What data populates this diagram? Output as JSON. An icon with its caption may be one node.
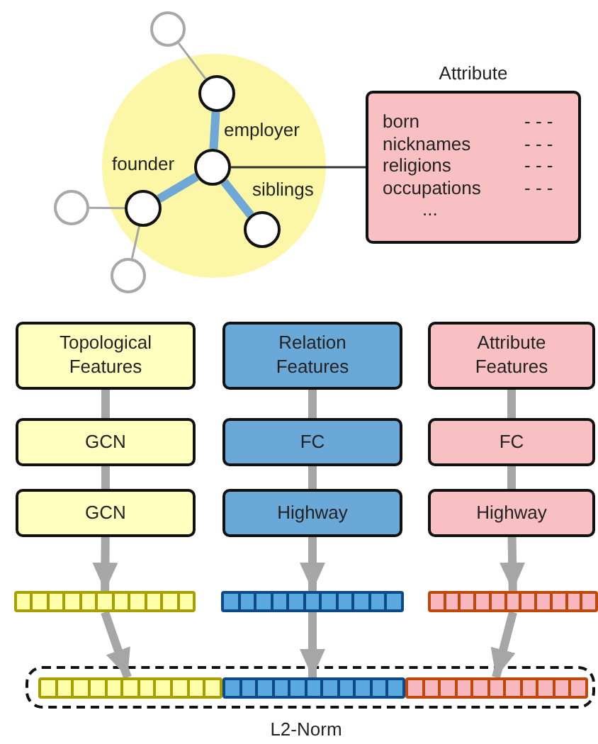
{
  "diagram": {
    "nodes": [
      {
        "text": [],
        "shape": "circle"
      },
      {
        "text": [],
        "shape": "circle",
        "in": 0
      },
      {
        "text": [],
        "shape": "circle",
        "in": 0
      },
      {
        "text": [],
        "shape": "circle",
        "in": 0
      },
      {
        "text": [],
        "shape": "circle",
        "in": 0
      },
      {
        "text": [],
        "shape": "circle"
      },
      {
        "text": [],
        "shape": "circle"
      },
      {
        "text": [],
        "shape": "circle"
      },
      {
        "text": [
          "Attribute",
          "born",
          "- - -",
          "nicknames",
          "- - -",
          "religions",
          "- - -",
          "occupations",
          "- - -",
          "..."
        ]
      },
      {
        "text": [
          "Topological Features"
        ]
      },
      {
        "text": [
          "Relation Features"
        ]
      },
      {
        "text": [
          "Attribute Features"
        ]
      },
      {
        "text": [
          "GCN"
        ]
      },
      {
        "text": [
          "FC"
        ]
      },
      {
        "text": [
          "FC"
        ]
      },
      {
        "text": [
          "GCN"
        ]
      },
      {
        "text": [
          "Highway"
        ]
      },
      {
        "text": [
          "Highway"
        ]
      },
      {
        "text": [],
        "shape": "bar"
      },
      {
        "text": [],
        "shape": "bar"
      },
      {
        "text": [],
        "shape": "bar"
      },
      {
        "text": [
          "L2-Norm"
        ]
      },
      {
        "text": [],
        "shape": "bar",
        "in": 21
      },
      {
        "text": [],
        "shape": "bar",
        "in": 21
      },
      {
        "text": [],
        "shape": "bar",
        "in": 21
      }
    ],
    "edges": [
      {
        "from": 2,
        "to": 1,
        "arrow": "none",
        "label": "employer",
        "color": "#6fa8d6"
      },
      {
        "from": 2,
        "to": 3,
        "arrow": "none",
        "label": "founder",
        "color": "#6fa8d6"
      },
      {
        "from": 2,
        "to": 4,
        "arrow": "none",
        "label": "siblings",
        "color": "#6fa8d6"
      },
      {
        "from": 1,
        "to": 5,
        "arrow": "none"
      },
      {
        "from": 3,
        "to": 6,
        "arrow": "none"
      },
      {
        "from": 3,
        "to": 7,
        "arrow": "none"
      },
      {
        "from": 2,
        "to": 8,
        "arrow": "none",
        "color": "#333333"
      },
      {
        "from": 9,
        "to": 12,
        "arrow": "none"
      },
      {
        "from": 12,
        "to": 15,
        "arrow": "none"
      },
      {
        "from": 15,
        "to": 18,
        "arrow": "to"
      },
      {
        "from": 18,
        "to": 22,
        "arrow": "to"
      },
      {
        "from": 10,
        "to": 13,
        "arrow": "none"
      },
      {
        "from": 13,
        "to": 16,
        "arrow": "none"
      },
      {
        "from": 16,
        "to": 19,
        "arrow": "to"
      },
      {
        "from": 19,
        "to": 23,
        "arrow": "to"
      },
      {
        "from": 11,
        "to": 14,
        "arrow": "none"
      },
      {
        "from": 14,
        "to": 17,
        "arrow": "none"
      },
      {
        "from": 17,
        "to": 20,
        "arrow": "to"
      },
      {
        "from": 20,
        "to": 24,
        "arrow": "to"
      }
    ]
  }
}
